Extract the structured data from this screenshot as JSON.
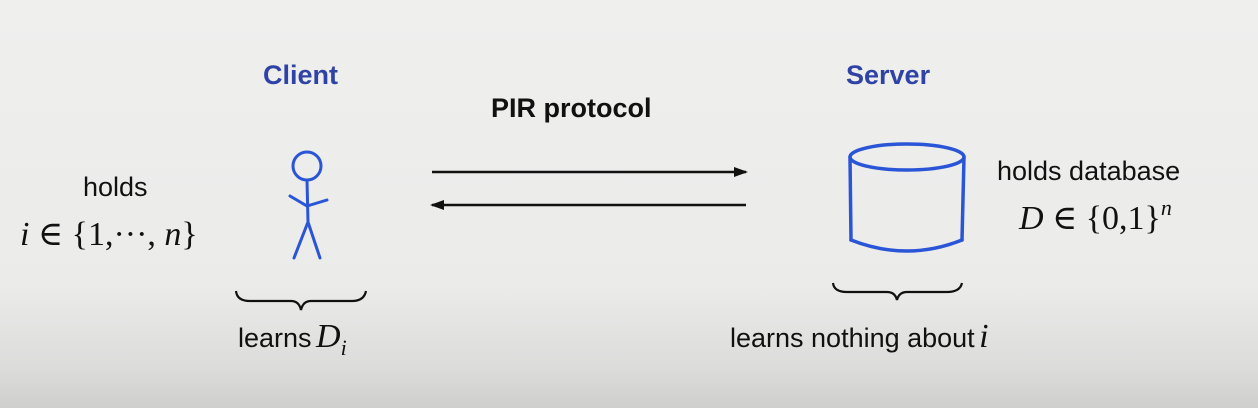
{
  "client": {
    "title": "Client",
    "holds_label": "holds",
    "holds_expr": {
      "var": "i",
      "rel": "∈",
      "open": "{1,",
      "dots": "···",
      "comma": ",",
      "n": "n",
      "close": "}"
    },
    "learns_label": "learns",
    "learns_var": "D",
    "learns_sub": "i"
  },
  "protocol": {
    "label": "PIR protocol"
  },
  "server": {
    "title": "Server",
    "holds_label": "holds database",
    "holds_expr": {
      "var": "D",
      "rel": "∈",
      "set": "{0,1}",
      "sup": "n"
    },
    "learns_label": "learns nothing about",
    "learns_var": "i"
  },
  "colors": {
    "accent": "#2f43a6",
    "drawing": "#2a55d6",
    "text": "#111111",
    "background": "#efefee"
  }
}
